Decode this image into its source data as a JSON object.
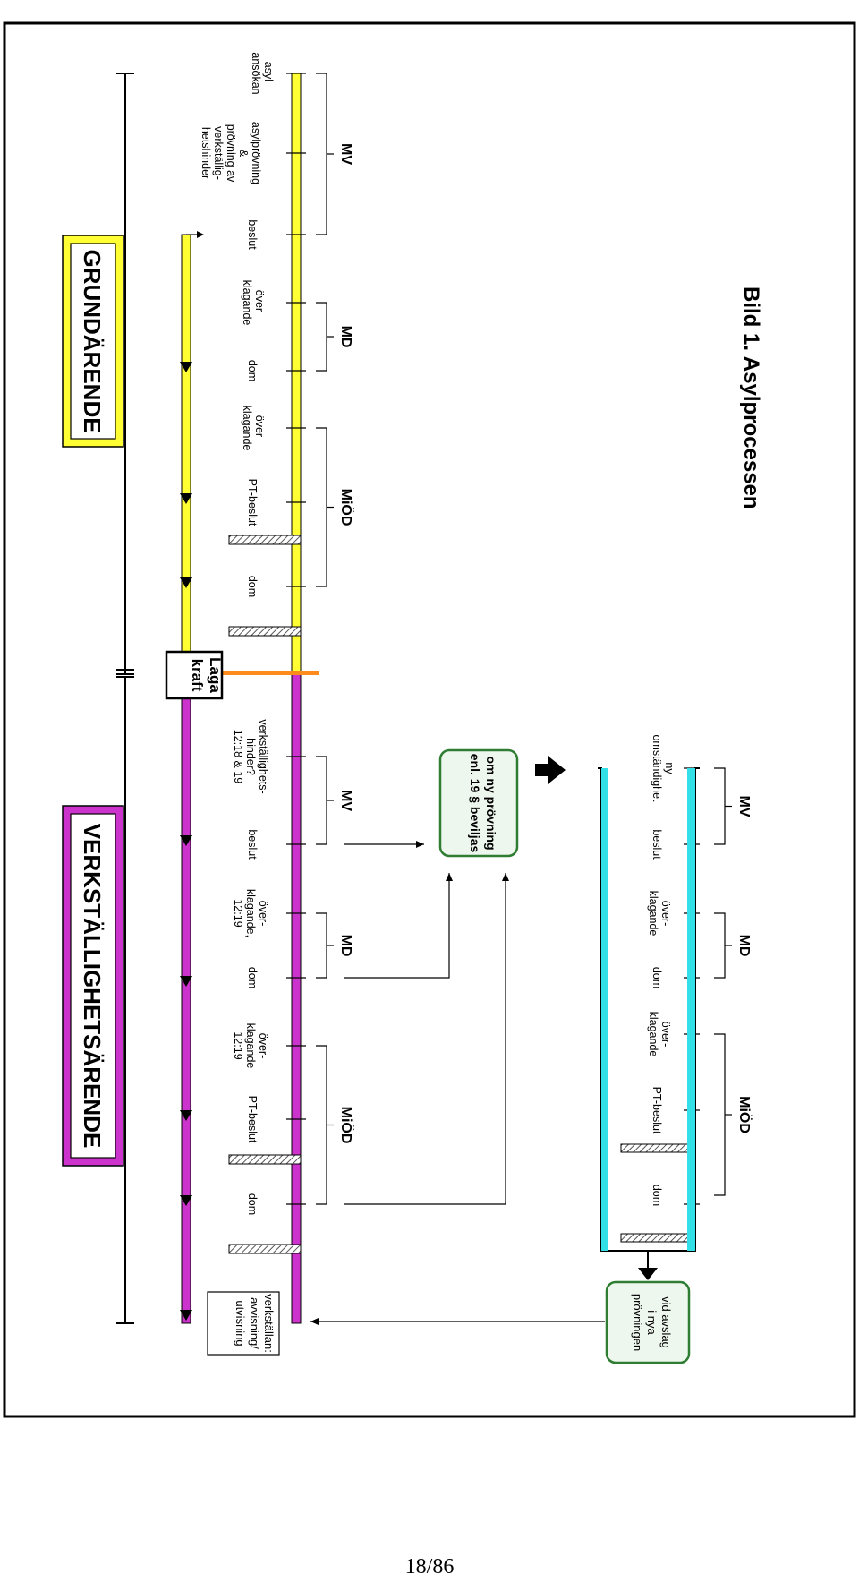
{
  "diagram": {
    "title": "Bild 1. Asylprocessen",
    "sections": {
      "grundarende": "GRUNDÄRENDE",
      "verkstallighetsarende": "VERKSTÄLLIGHETSÄRENDE"
    },
    "laga_kraft": [
      "Laga",
      "kraft"
    ],
    "authorities": {
      "mv": "MV",
      "md": "MD",
      "miod": "MiÖD"
    },
    "grund_steps": {
      "asylansokan": [
        "asyl-",
        "ansökan"
      ],
      "asylprovning": [
        "asylprövning",
        "&",
        "prövning av",
        "verkställig-",
        "hetshinder"
      ],
      "beslut": [
        "beslut"
      ],
      "overklagande1": [
        "över-",
        "klagande"
      ],
      "dom1": [
        "dom"
      ],
      "overklagande2": [
        "över-",
        "klagande"
      ],
      "pt_beslut": [
        "PT-beslut"
      ],
      "dom2": [
        "dom"
      ]
    },
    "verk_steps": {
      "hinder": [
        "verkställighets-",
        "hinder?",
        "12:18 & 19"
      ],
      "beslut": [
        "beslut"
      ],
      "overklagande1": [
        "över-",
        "klagande,",
        "12:19"
      ],
      "dom1": [
        "dom"
      ],
      "overklagande2": [
        "över-",
        "klagande",
        "12:19"
      ],
      "pt_beslut": [
        "PT-beslut"
      ],
      "dom2": [
        "dom"
      ]
    },
    "verkstallan": [
      "verkställan:",
      "avvisning/",
      "utvisning"
    ],
    "ny_provning_box": [
      "om ny prövning",
      "enl. 19 § beviljas"
    ],
    "new_steps": {
      "omstandighet": [
        "ny",
        "omständighet"
      ],
      "beslut": [
        "beslut"
      ],
      "overklagande": [
        "över-",
        "klagande"
      ],
      "dom1": [
        "dom"
      ],
      "overklagande2": [
        "över-",
        "klagande"
      ],
      "pt_beslut": [
        "PT-beslut"
      ],
      "dom2": [
        "dom"
      ]
    },
    "avslag_box": [
      "vid avslag",
      "i nya",
      "prövningen"
    ],
    "colors": {
      "grund": "#ffff33",
      "verk": "#cc33cc",
      "new": "#33e0e8",
      "laga_kraft": "#ff8c1a",
      "box_fill": "#eef7ee",
      "box_stroke": "#2e7d32"
    }
  },
  "page": {
    "number": "18/86"
  }
}
